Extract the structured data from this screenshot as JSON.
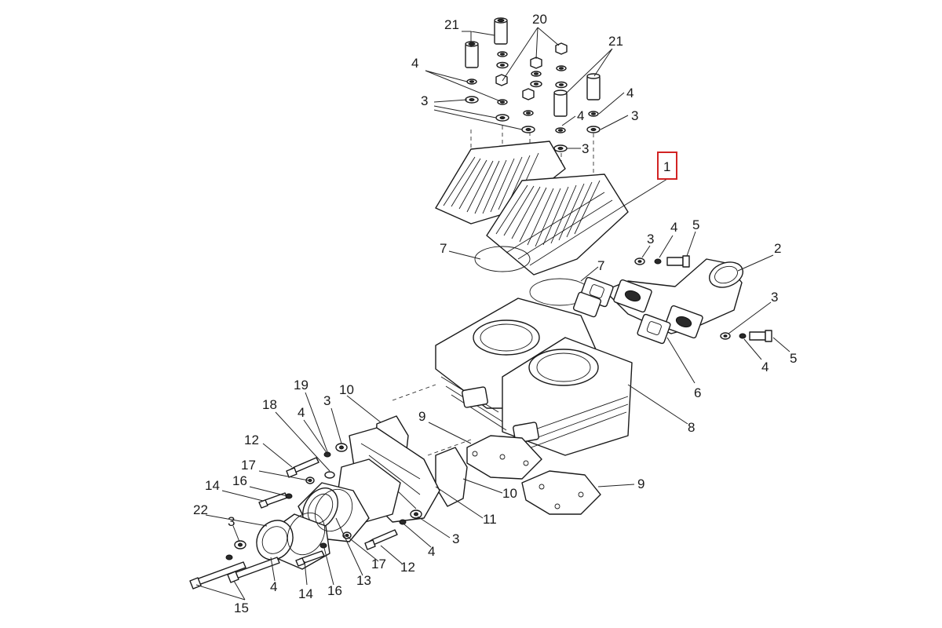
{
  "diagram": {
    "highlight_color": "#d22323",
    "callouts": [
      {
        "id": "c21a",
        "text": "21"
      },
      {
        "id": "c20",
        "text": "20"
      },
      {
        "id": "c21b",
        "text": "21"
      },
      {
        "id": "c4a",
        "text": "4"
      },
      {
        "id": "c3a",
        "text": "3"
      },
      {
        "id": "c4b",
        "text": "4"
      },
      {
        "id": "c4c",
        "text": "4"
      },
      {
        "id": "c3b",
        "text": "3"
      },
      {
        "id": "c3c",
        "text": "3"
      },
      {
        "id": "c1",
        "text": "1"
      },
      {
        "id": "c7a",
        "text": "7"
      },
      {
        "id": "c7b",
        "text": "7"
      },
      {
        "id": "c3d",
        "text": "3"
      },
      {
        "id": "c4d",
        "text": "4"
      },
      {
        "id": "c5a",
        "text": "5"
      },
      {
        "id": "c2",
        "text": "2"
      },
      {
        "id": "c3e",
        "text": "3"
      },
      {
        "id": "c4e",
        "text": "4"
      },
      {
        "id": "c5b",
        "text": "5"
      },
      {
        "id": "c6",
        "text": "6"
      },
      {
        "id": "c8",
        "text": "8"
      },
      {
        "id": "c19",
        "text": "19"
      },
      {
        "id": "c10a",
        "text": "10"
      },
      {
        "id": "c18",
        "text": "18"
      },
      {
        "id": "c4f",
        "text": "4"
      },
      {
        "id": "c3f",
        "text": "3"
      },
      {
        "id": "c9a",
        "text": "9"
      },
      {
        "id": "c12a",
        "text": "12"
      },
      {
        "id": "c17a",
        "text": "17"
      },
      {
        "id": "c14a",
        "text": "14"
      },
      {
        "id": "c16a",
        "text": "16"
      },
      {
        "id": "c22",
        "text": "22"
      },
      {
        "id": "c9b",
        "text": "9"
      },
      {
        "id": "c10b",
        "text": "10"
      },
      {
        "id": "c11",
        "text": "11"
      },
      {
        "id": "c3g",
        "text": "3"
      },
      {
        "id": "c3h",
        "text": "3"
      },
      {
        "id": "c4g",
        "text": "4"
      },
      {
        "id": "c12b",
        "text": "12"
      },
      {
        "id": "c17b",
        "text": "17"
      },
      {
        "id": "c13",
        "text": "13"
      },
      {
        "id": "c4h",
        "text": "4"
      },
      {
        "id": "c14b",
        "text": "14"
      },
      {
        "id": "c16b",
        "text": "16"
      },
      {
        "id": "c15",
        "text": "15"
      }
    ]
  }
}
